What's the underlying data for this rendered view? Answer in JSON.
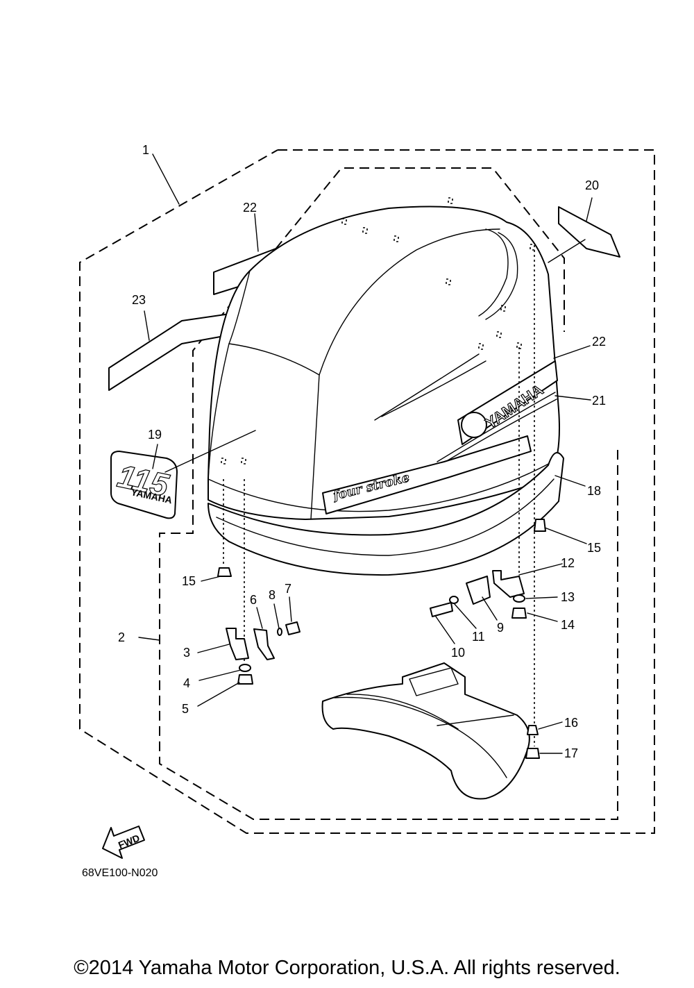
{
  "diagram": {
    "reference_code": "68VE100-N020",
    "fwd_label": "FWD",
    "decal_text": {
      "model_number": "115",
      "brand": "YAMAHA",
      "stroke_script": "four stroke"
    },
    "callouts": [
      {
        "id": "c1",
        "label": "1"
      },
      {
        "id": "c2",
        "label": "2"
      },
      {
        "id": "c3",
        "label": "3"
      },
      {
        "id": "c4",
        "label": "4"
      },
      {
        "id": "c5",
        "label": "5"
      },
      {
        "id": "c6",
        "label": "6"
      },
      {
        "id": "c7",
        "label": "7"
      },
      {
        "id": "c8",
        "label": "8"
      },
      {
        "id": "c9",
        "label": "9"
      },
      {
        "id": "c10",
        "label": "10"
      },
      {
        "id": "c11",
        "label": "11"
      },
      {
        "id": "c12",
        "label": "12"
      },
      {
        "id": "c13",
        "label": "13"
      },
      {
        "id": "c14",
        "label": "14"
      },
      {
        "id": "c15a",
        "label": "15"
      },
      {
        "id": "c15b",
        "label": "15"
      },
      {
        "id": "c16",
        "label": "16"
      },
      {
        "id": "c17",
        "label": "17"
      },
      {
        "id": "c18",
        "label": "18"
      },
      {
        "id": "c19",
        "label": "19"
      },
      {
        "id": "c20",
        "label": "20"
      },
      {
        "id": "c21",
        "label": "21"
      },
      {
        "id": "c22a",
        "label": "22"
      },
      {
        "id": "c22b",
        "label": "22"
      },
      {
        "id": "c23",
        "label": "23"
      }
    ]
  },
  "footer": {
    "copyright": "©2014 Yamaha Motor Corporation, U.S.A. All rights reserved."
  }
}
